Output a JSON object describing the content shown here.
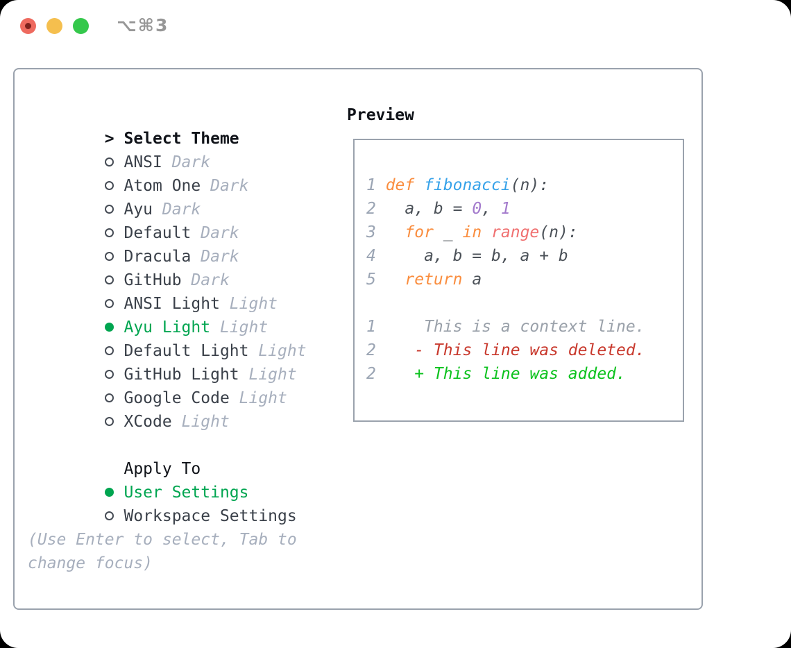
{
  "window": {
    "title": "⌥⌘3"
  },
  "colors": {
    "selection_green": "#00a550",
    "added_green": "#0cc21e",
    "deleted_red": "#c8382c",
    "keyword_orange": "#fa8d3e",
    "function_blue": "#36a2e9",
    "builtin_salmon": "#f07171",
    "number_purple": "#a37acc",
    "muted_gray": "#a7afbd",
    "panel_border_gray": "#9aa2ad",
    "traffic_red": "#ee6a5f",
    "traffic_yellow": "#f5bf4e",
    "traffic_green": "#35c84c"
  },
  "theme_picker": {
    "header": {
      "marker": ">",
      "label": "Select Theme"
    },
    "items": [
      {
        "name": "ANSI",
        "variant": "Dark",
        "selected": false
      },
      {
        "name": "Atom One",
        "variant": "Dark",
        "selected": false
      },
      {
        "name": "Ayu",
        "variant": "Dark",
        "selected": false
      },
      {
        "name": "Default",
        "variant": "Dark",
        "selected": false
      },
      {
        "name": "Dracula",
        "variant": "Dark",
        "selected": false
      },
      {
        "name": "GitHub",
        "variant": "Dark",
        "selected": false
      },
      {
        "name": "ANSI Light",
        "variant": "Light",
        "selected": false
      },
      {
        "name": "Ayu Light",
        "variant": "Light",
        "selected": true
      },
      {
        "name": "Default Light",
        "variant": "Light",
        "selected": false
      },
      {
        "name": "GitHub Light",
        "variant": "Light",
        "selected": false
      },
      {
        "name": "Google Code",
        "variant": "Light",
        "selected": false
      },
      {
        "name": "XCode",
        "variant": "Light",
        "selected": false
      }
    ],
    "apply_to": {
      "label": "Apply To",
      "options": [
        {
          "name": "User Settings",
          "selected": true
        },
        {
          "name": "Workspace Settings",
          "selected": false
        }
      ]
    },
    "hint_line1": "(Use Enter to select, Tab to",
    "hint_line2": "change focus)"
  },
  "preview": {
    "label": "Preview",
    "lines": [
      {
        "num": "1",
        "segs": [
          {
            "t": "def ",
            "k": "kw"
          },
          {
            "t": "fibonacci",
            "k": "fn"
          },
          {
            "t": "(n):",
            "k": "pl"
          }
        ]
      },
      {
        "num": "2",
        "segs": [
          {
            "t": "  a, b = ",
            "k": "pl"
          },
          {
            "t": "0",
            "k": "num"
          },
          {
            "t": ", ",
            "k": "pl"
          },
          {
            "t": "1",
            "k": "num"
          }
        ]
      },
      {
        "num": "3",
        "segs": [
          {
            "t": "  ",
            "k": "pl"
          },
          {
            "t": "for",
            "k": "kw"
          },
          {
            "t": " _ ",
            "k": "pl"
          },
          {
            "t": "in",
            "k": "kw"
          },
          {
            "t": " ",
            "k": "pl"
          },
          {
            "t": "range",
            "k": "call"
          },
          {
            "t": "(n):",
            "k": "pl"
          }
        ]
      },
      {
        "num": "4",
        "segs": [
          {
            "t": "    a, b = b, a + b",
            "k": "pl"
          }
        ]
      },
      {
        "num": "5",
        "segs": [
          {
            "t": "  ",
            "k": "pl"
          },
          {
            "t": "return",
            "k": "kw"
          },
          {
            "t": " a",
            "k": "pl"
          }
        ]
      },
      {
        "num": "",
        "segs": []
      },
      {
        "num": "1",
        "segs": [
          {
            "t": "    This is a context line.",
            "k": "ctx"
          }
        ]
      },
      {
        "num": "2",
        "segs": [
          {
            "t": "   - This line was deleted.",
            "k": "del"
          }
        ]
      },
      {
        "num": "2",
        "segs": [
          {
            "t": "   + This line was added.",
            "k": "add"
          }
        ]
      }
    ]
  }
}
